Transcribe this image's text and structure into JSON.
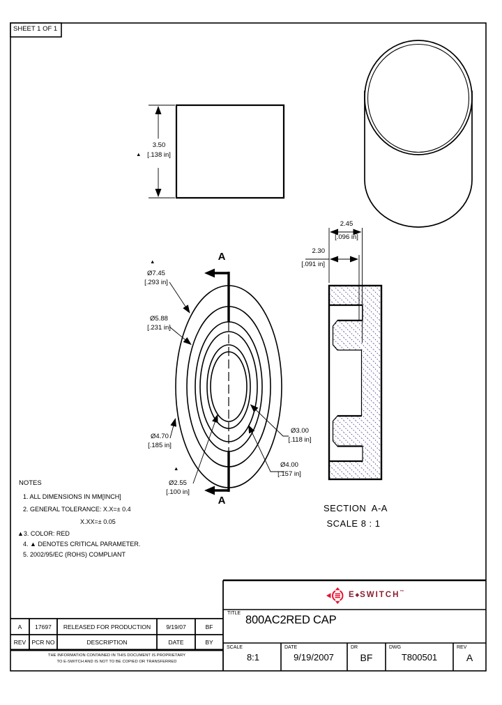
{
  "sheet": {
    "label": "SHEET 1 OF 1"
  },
  "glyphs": {
    "critical": "▲"
  },
  "side_view": {
    "height_mm": "3.50",
    "height_in": "[.138 in]"
  },
  "front_view": {
    "marker_top": "A",
    "marker_bottom": "A",
    "dia_745_mm": "Ø7.45",
    "dia_745_in": "[.293 in]",
    "dia_588_mm": "Ø5.88",
    "dia_588_in": "[.231 in]",
    "dia_470_mm": "Ø4.70",
    "dia_470_in": "[.185 in]",
    "dia_255_mm": "Ø2.55",
    "dia_255_in": "[.100 in]",
    "dia_300_mm": "Ø3.00",
    "dia_300_in": "[.118 in]",
    "dia_400_mm": "Ø4.00",
    "dia_400_in": "[.157 in]"
  },
  "section_view": {
    "depth_245_mm": "2.45",
    "depth_245_in": "[.096 in]",
    "depth_230_mm": "2.30",
    "depth_230_in": "[.091 in]",
    "caption": "SECTION  A-A",
    "scale": "SCALE 8 : 1"
  },
  "notes": {
    "heading": "NOTES",
    "line1": "1. ALL DIMENSIONS IN MM[INCH]",
    "line2": "2. GENERAL TOLERANCE: X.X=± 0.4",
    "line2b": "X.XX=± 0.05",
    "line3": "▲3. COLOR: RED",
    "line4": "4. ▲ DENOTES CRITICAL PARAMETER.",
    "line5": "5. 2002/95/EC (ROHS) COMPLIANT"
  },
  "revision_table": {
    "entry": {
      "rev": "A",
      "pcr_no": "17697",
      "description": "RELEASED FOR PRODUCTION",
      "date": "9/19/07",
      "by": "BF"
    },
    "headers": {
      "rev": "REV",
      "pcr_no": "PCR NO",
      "description": "DESCRIPTION",
      "date": "DATE",
      "by": "BY"
    }
  },
  "legal": {
    "line1": "THE INFORMATION CONTAINED IN THIS DOCUMENT IS PROPRIETARY",
    "line2": "TO E-SWITCH AND IS NOT TO BE COPIED OR TRANSFERRED"
  },
  "title_block": {
    "brand_left": "E",
    "brand_sep": "◆",
    "brand_right": "SWITCH",
    "brand_tm": "™",
    "title_label": "TITLE",
    "title": "800AC2RED CAP",
    "scale_label": "SCALE",
    "scale": "8:1",
    "date_label": "DATE",
    "date": "9/19/2007",
    "dr_label": "DR",
    "dr": "BF",
    "dwg_label": "DWG",
    "dwg": "T800501",
    "rev_label": "REV",
    "rev": "A"
  },
  "colors": {
    "logo_red": "#e8112d",
    "logo_text": "#8a1f2e",
    "hatch": "#2d2d80",
    "line": "#000000"
  }
}
